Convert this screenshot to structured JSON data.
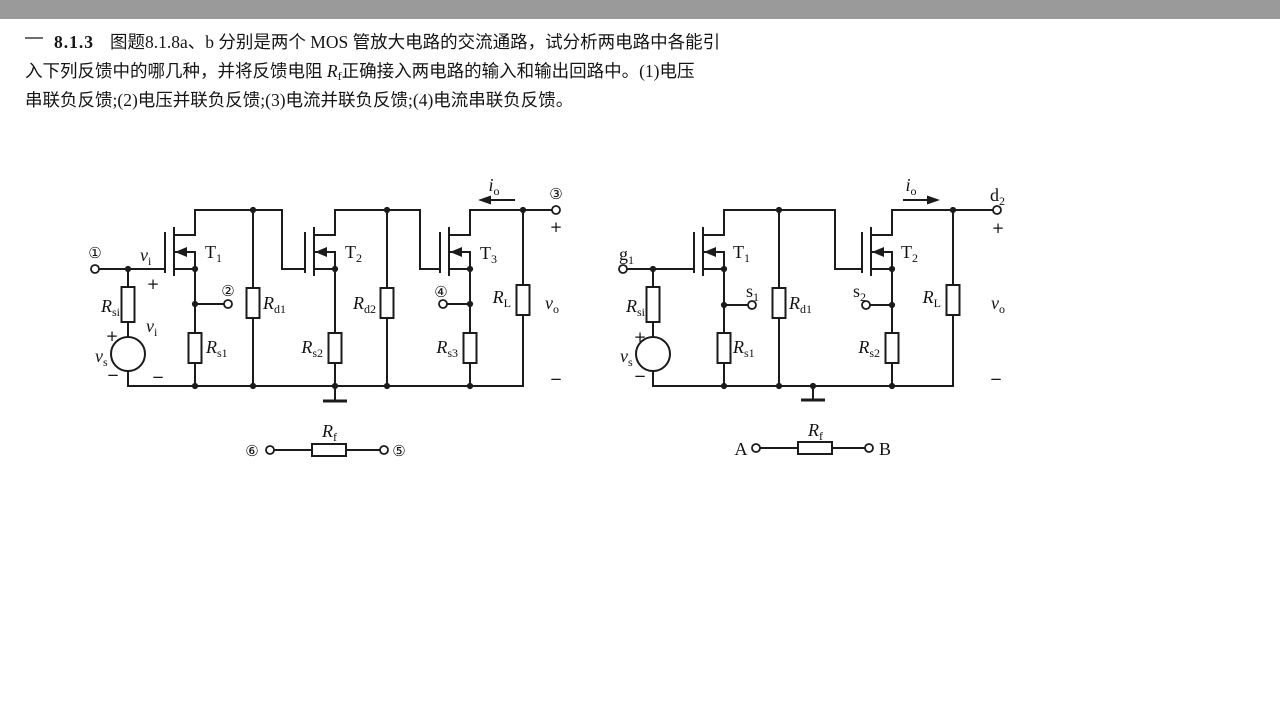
{
  "window": {
    "top_bar_color": "#999a99"
  },
  "problem": {
    "number": "8.1.3",
    "line1": "图题8.1.8a、b 分别是两个 MOS 管放大电路的交流通路，试分析两电路中各能引",
    "line2_pre": "入下列反馈中的哪几种，并将反馈电阻 ",
    "line2_sym": "R",
    "line2_sub": "f",
    "line2_post": "正确接入两电路的输入和输出回路中。(1)电压",
    "line3": "串联负反馈;(2)电压并联负反馈;(3)电流并联负反馈;(4)电流串联负反馈。"
  },
  "circuit_a": {
    "nodes": {
      "n1": "①",
      "n2": "②",
      "n3": "③",
      "n4": "④",
      "n5": "⑤",
      "n6": "⑥"
    },
    "t1": {
      "sym": "T",
      "sub": "1"
    },
    "t2": {
      "sym": "T",
      "sub": "2"
    },
    "t3": {
      "sym": "T",
      "sub": "3"
    },
    "rsi": {
      "sym": "R",
      "sub": "si"
    },
    "rs1": {
      "sym": "R",
      "sub": "s1"
    },
    "rd1": {
      "sym": "R",
      "sub": "d1"
    },
    "rs2": {
      "sym": "R",
      "sub": "s2"
    },
    "rd2": {
      "sym": "R",
      "sub": "d2"
    },
    "rs3": {
      "sym": "R",
      "sub": "s3"
    },
    "rl": {
      "sym": "R",
      "sub": "L"
    },
    "rf": {
      "sym": "R",
      "sub": "f"
    },
    "vs": {
      "sym": "v",
      "sub": "s"
    },
    "vi": {
      "sym": "v",
      "sub": "i"
    },
    "vo": {
      "sym": "v",
      "sub": "o"
    },
    "io": {
      "sym": "i",
      "sub": "o"
    },
    "plus": "+",
    "minus": "−"
  },
  "circuit_b": {
    "nodes": {
      "g1": {
        "sym": "g",
        "sub": "1"
      },
      "s1": {
        "sym": "s",
        "sub": "1"
      },
      "s2": {
        "sym": "s",
        "sub": "2"
      },
      "d2": {
        "sym": "d",
        "sub": "2"
      },
      "a": "A",
      "b": "B"
    },
    "t1": {
      "sym": "T",
      "sub": "1"
    },
    "t2": {
      "sym": "T",
      "sub": "2"
    },
    "rsi": {
      "sym": "R",
      "sub": "si"
    },
    "rs1": {
      "sym": "R",
      "sub": "s1"
    },
    "rd1": {
      "sym": "R",
      "sub": "d1"
    },
    "rs2": {
      "sym": "R",
      "sub": "s2"
    },
    "rl": {
      "sym": "R",
      "sub": "L"
    },
    "rf": {
      "sym": "R",
      "sub": "f"
    },
    "vs": {
      "sym": "v",
      "sub": "s"
    },
    "vo": {
      "sym": "v",
      "sub": "o"
    },
    "io": {
      "sym": "i",
      "sub": "o"
    },
    "plus": "+",
    "minus": "−"
  }
}
